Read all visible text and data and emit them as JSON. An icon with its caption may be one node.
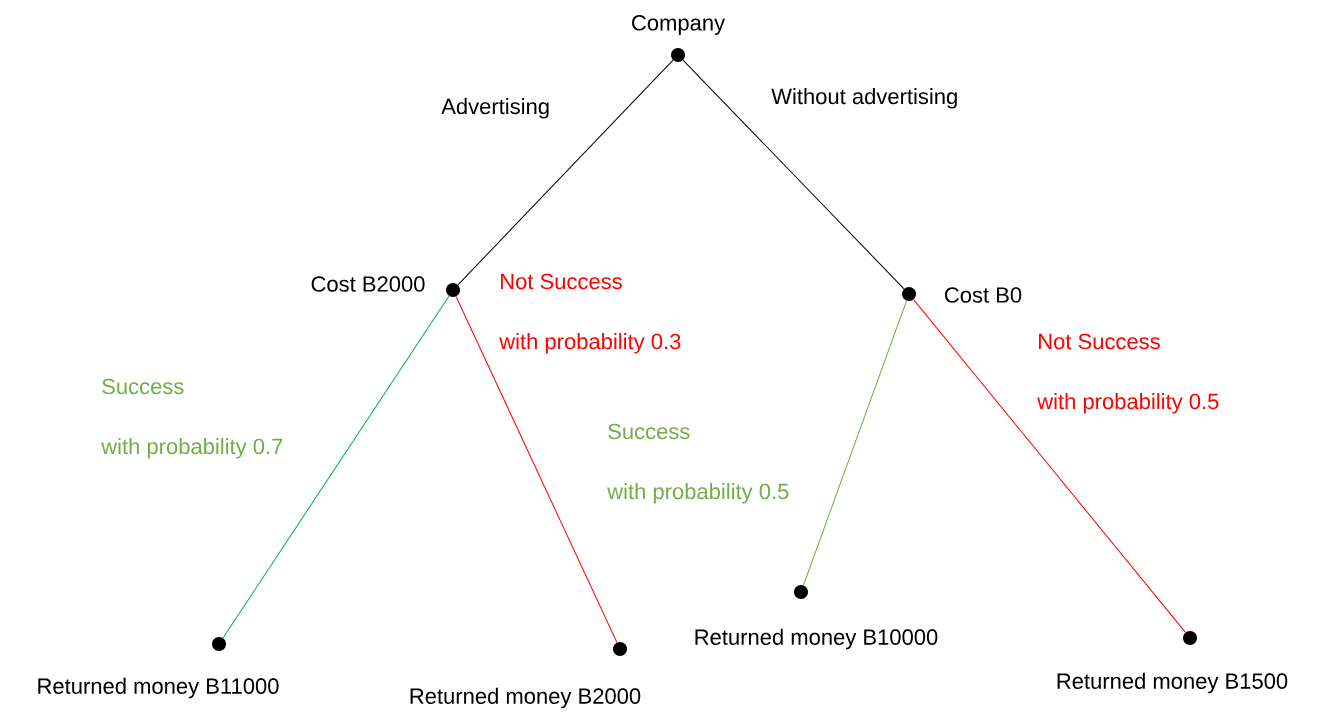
{
  "diagram": {
    "nodes": [
      {
        "text": [],
        "shape": "circle",
        "beside": [
          "Company"
        ]
      },
      {
        "text": [],
        "shape": "circle",
        "beside": [
          "Cost B2000"
        ]
      },
      {
        "text": [],
        "shape": "circle",
        "beside": [
          "Cost B0"
        ]
      },
      {
        "text": [],
        "shape": "circle",
        "beside": [
          "Returned money B11000"
        ]
      },
      {
        "text": [],
        "shape": "circle",
        "beside": [
          "Returned money B2000"
        ]
      },
      {
        "text": [],
        "shape": "circle",
        "beside": [
          "Returned money B10000"
        ]
      },
      {
        "text": [],
        "shape": "circle",
        "beside": [
          "Returned money B1500"
        ]
      }
    ],
    "edges": [
      {
        "from": 0,
        "to": 1,
        "arrow": "none",
        "label": "Advertising"
      },
      {
        "from": 0,
        "to": 2,
        "arrow": "none",
        "label": "Without advertising"
      },
      {
        "from": 1,
        "to": 3,
        "arrow": "none",
        "label": "Success with probability 0.7",
        "color": "#00b050"
      },
      {
        "from": 1,
        "to": 4,
        "arrow": "none",
        "label": "Not Success with probability 0.3",
        "color": "#ff0000"
      },
      {
        "from": 2,
        "to": 5,
        "arrow": "none",
        "label": "Success with probability 0.5",
        "color": "#70ad47"
      },
      {
        "from": 2,
        "to": 6,
        "arrow": "none",
        "label": "Not Success with probability 0.5",
        "color": "#ff0000"
      }
    ]
  }
}
